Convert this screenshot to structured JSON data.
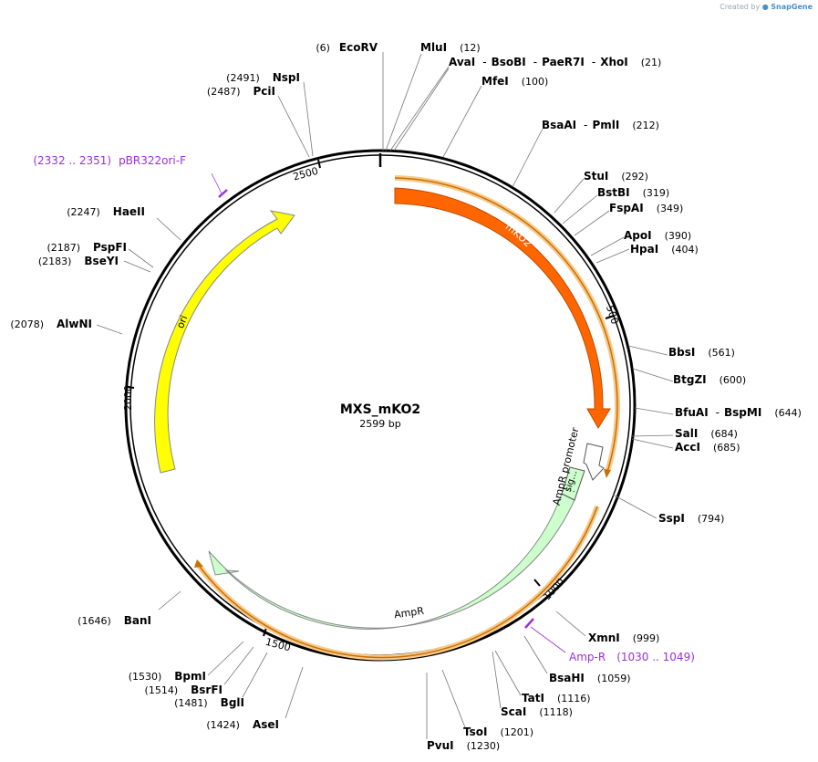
{
  "credit": {
    "prefix": "Created by",
    "brand": "SnapGene"
  },
  "plasmid": {
    "name": "MXS_mKO2",
    "length_label": "2599 bp",
    "length": 2599
  },
  "tick_labels": [
    "500",
    "1000",
    "1500",
    "2000",
    "2500"
  ],
  "features": {
    "mko2": {
      "label": "mKO2",
      "color": "#ff6600"
    },
    "ori": {
      "label": "ori",
      "color": "#ffff00"
    },
    "ampr": {
      "label": "AmpR",
      "color": "#ccffcc"
    },
    "ampr_promoter": {
      "label": "AmpR promoter",
      "color": "#ffffff"
    },
    "sig": {
      "label": "sig…",
      "color": "#ccffcc"
    }
  },
  "primers": [
    {
      "name": "pBR322ori-F",
      "range": "(2332 .. 2351)"
    },
    {
      "name": "Amp-R",
      "range": "(1030 .. 1049)"
    }
  ],
  "sites": [
    {
      "parts": [
        "EcoRV"
      ],
      "pos": "(6)"
    },
    {
      "parts": [
        "MluI"
      ],
      "pos": "(12)"
    },
    {
      "parts": [
        "AvaI",
        "BsoBI",
        "PaeR7I",
        "XhoI"
      ],
      "pos": "(21)"
    },
    {
      "parts": [
        "MfeI"
      ],
      "pos": "(100)"
    },
    {
      "parts": [
        "BsaAI",
        "PmlI"
      ],
      "pos": "(212)"
    },
    {
      "parts": [
        "StuI"
      ],
      "pos": "(292)"
    },
    {
      "parts": [
        "BstBI"
      ],
      "pos": "(319)"
    },
    {
      "parts": [
        "FspAI"
      ],
      "pos": "(349)"
    },
    {
      "parts": [
        "ApoI"
      ],
      "pos": "(390)"
    },
    {
      "parts": [
        "HpaI"
      ],
      "pos": "(404)"
    },
    {
      "parts": [
        "BbsI"
      ],
      "pos": "(561)"
    },
    {
      "parts": [
        "BtgZI"
      ],
      "pos": "(600)"
    },
    {
      "parts": [
        "BfuAI",
        "BspMI"
      ],
      "pos": "(644)"
    },
    {
      "parts": [
        "SalI"
      ],
      "pos": "(684)"
    },
    {
      "parts": [
        "AccI"
      ],
      "pos": "(685)"
    },
    {
      "parts": [
        "SspI"
      ],
      "pos": "(794)"
    },
    {
      "parts": [
        "XmnI"
      ],
      "pos": "(999)"
    },
    {
      "parts": [
        "BsaHI"
      ],
      "pos": "(1059)"
    },
    {
      "parts": [
        "TatI"
      ],
      "pos": "(1116)"
    },
    {
      "parts": [
        "ScaI"
      ],
      "pos": "(1118)"
    },
    {
      "parts": [
        "TsoI"
      ],
      "pos": "(1201)"
    },
    {
      "parts": [
        "PvuI"
      ],
      "pos": "(1230)"
    },
    {
      "parts": [
        "AseI"
      ],
      "pos": "(1424)"
    },
    {
      "parts": [
        "BglI"
      ],
      "pos": "(1481)"
    },
    {
      "parts": [
        "BsrFI"
      ],
      "pos": "(1514)"
    },
    {
      "parts": [
        "BpmI"
      ],
      "pos": "(1530)"
    },
    {
      "parts": [
        "BanI"
      ],
      "pos": "(1646)"
    },
    {
      "parts": [
        "AlwNI"
      ],
      "pos": "(2078)"
    },
    {
      "parts": [
        "BseYI"
      ],
      "pos": "(2183)"
    },
    {
      "parts": [
        "PspFI"
      ],
      "pos": "(2187)"
    },
    {
      "parts": [
        "HaeII"
      ],
      "pos": "(2247)"
    },
    {
      "parts": [
        "PciI"
      ],
      "pos": "(2487)"
    },
    {
      "parts": [
        "NspI"
      ],
      "pos": "(2491)"
    }
  ]
}
